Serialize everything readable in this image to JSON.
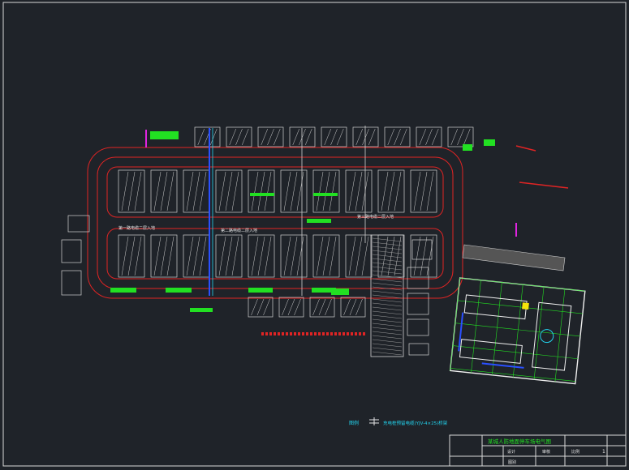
{
  "drawing": {
    "background": "#1f2329",
    "colors": {
      "frame": "#d9d9d9",
      "stall": "#d0d0d0",
      "lane": "#e02424",
      "equipment": "#22e022",
      "cable_blue": "#2a50ff",
      "cable_cyan": "#22d3ee",
      "magenta": "#e024e0",
      "yellow": "#f5e50a",
      "building": "#f0f0f0"
    },
    "zone_labels": [
      {
        "id": "zone-1",
        "text": "第一路电缆二层入地"
      },
      {
        "id": "zone-2",
        "text": "第二路电缆二层入地"
      },
      {
        "id": "zone-3",
        "text": "第三路电缆二层入地"
      }
    ],
    "legend": {
      "prefix": "图例",
      "description": "充电桩预留电缆(YJV-4×25)桥架"
    },
    "title_block": {
      "title": "某城人防地面停车场电气图",
      "drawn_label": "设计",
      "check_label": "审核",
      "scale_label": "比例",
      "sheet_no": "1",
      "footer": "图别"
    }
  }
}
